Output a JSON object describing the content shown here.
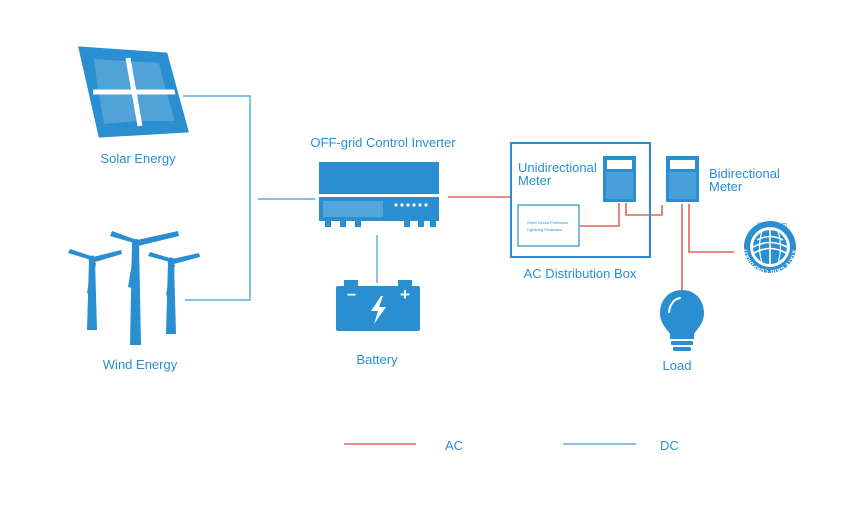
{
  "components": {
    "solar": {
      "label": "Solar Energy",
      "icon": "solar-panel-icon"
    },
    "wind": {
      "label": "Wind Energy",
      "icon": "wind-turbine-icon"
    },
    "inverter": {
      "label": "OFF-grid Control Inverter",
      "icon": "inverter-icon"
    },
    "battery": {
      "label": "Battery",
      "icon": "battery-icon",
      "plus": "+",
      "minus": "−"
    },
    "distribution_box": {
      "label": "AC Distribution Box"
    },
    "breaker": {
      "line1": "Short Circuit Protection",
      "line2": "Lightning Protection"
    },
    "unidirectional_meter": {
      "line1": "Unidirectional",
      "line2": "Meter",
      "icon": "meter-icon"
    },
    "bidirectional_meter": {
      "line1": "Bidirectional",
      "line2": "Meter",
      "icon": "meter-icon"
    },
    "load": {
      "label": "Load",
      "icon": "lightbulb-icon"
    },
    "grid": {
      "icon": "state-grid-logo-icon",
      "chinese": "国家电网公司",
      "english": "STATE GRID CORPORATION OF CHINA"
    }
  },
  "legend": {
    "ac": {
      "label": "AC",
      "color": "#e8605b"
    },
    "dc": {
      "label": "DC",
      "color": "#5aaee0"
    }
  },
  "colors": {
    "primary": "#2a8fd0",
    "ac_line": "#e8605b",
    "dc_line": "#5aaee0"
  }
}
